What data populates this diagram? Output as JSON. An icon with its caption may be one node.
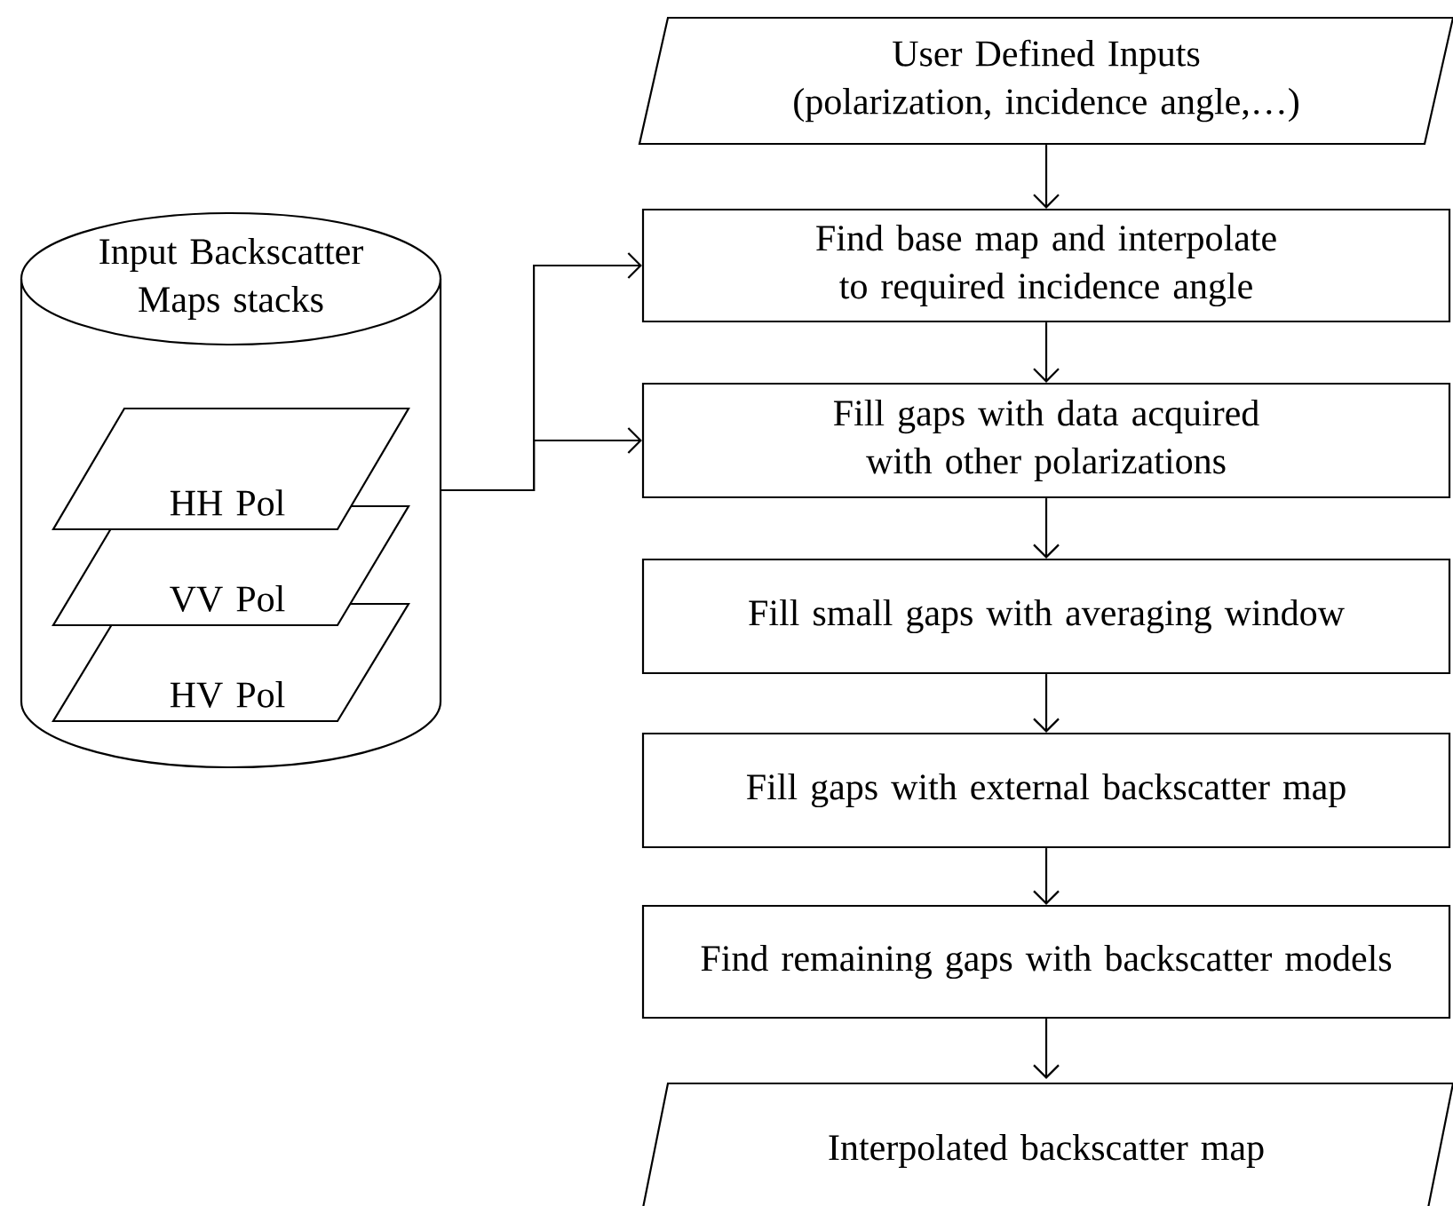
{
  "diagram": {
    "nodes": [
      {
        "text": [
          "User Defined Inputs (polarization, incidence angle,…)"
        ]
      },
      {
        "text": [
          "Find base map and interpolate to required incidence angle"
        ]
      },
      {
        "text": [
          "Fill gaps with data acquired with other polarizations"
        ]
      },
      {
        "text": [
          "Fill small gaps with averaging window"
        ]
      },
      {
        "text": [
          "Fill gaps with external backscatter map"
        ]
      },
      {
        "text": [
          "Find remaining gaps with backscatter models"
        ]
      },
      {
        "text": [
          "Interpolated backscatter map"
        ]
      },
      {
        "text": [
          "Input Backscatter Maps stacks"
        ]
      },
      {
        "text": [
          "HH Pol"
        ],
        "in": 7
      },
      {
        "text": [
          "VV Pol"
        ],
        "in": 7
      },
      {
        "text": [
          "HV Pol"
        ],
        "in": 7
      }
    ],
    "edges": [
      {
        "from": 0,
        "to": 1,
        "arrow": "to"
      },
      {
        "from": 1,
        "to": 2,
        "arrow": "to"
      },
      {
        "from": 2,
        "to": 3,
        "arrow": "to"
      },
      {
        "from": 3,
        "to": 4,
        "arrow": "to"
      },
      {
        "from": 4,
        "to": 5,
        "arrow": "to"
      },
      {
        "from": 5,
        "to": 6,
        "arrow": "to"
      },
      {
        "from": 7,
        "to": 1,
        "arrow": "to"
      },
      {
        "from": 7,
        "to": 2,
        "arrow": "to"
      }
    ]
  }
}
